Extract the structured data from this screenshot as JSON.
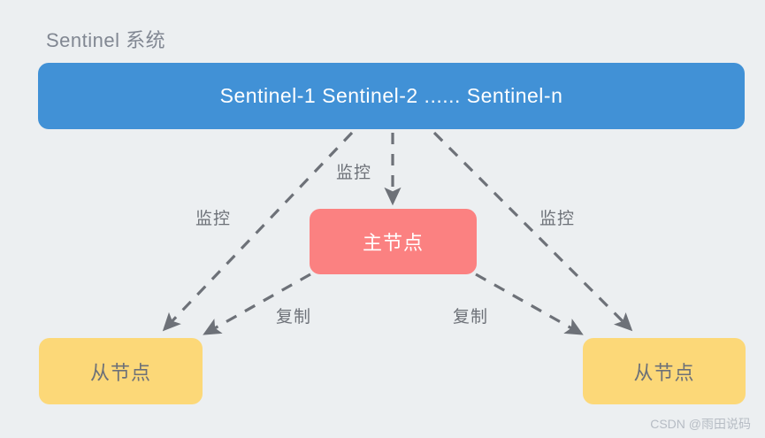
{
  "diagram": {
    "title": "Sentinel 系统",
    "background_color": "#eceff1",
    "nodes": {
      "sentinel_bar": {
        "label": "Sentinel-1  Sentinel-2  ......  Sentinel-n",
        "color": "#4191d6",
        "text_color": "#ffffff"
      },
      "master": {
        "label": "主节点",
        "color": "#fb8181",
        "text_color": "#ffffff"
      },
      "replica_left": {
        "label": "从节点",
        "color": "#fcd878",
        "text_color": "#6d7178"
      },
      "replica_right": {
        "label": "从节点",
        "color": "#fcd878",
        "text_color": "#6d7178"
      }
    },
    "edges": [
      {
        "label": "监控",
        "from": "sentinel_bar",
        "to": "replica_left",
        "style": "dashed"
      },
      {
        "label": "监控",
        "from": "sentinel_bar",
        "to": "master",
        "style": "dashed"
      },
      {
        "label": "监控",
        "from": "sentinel_bar",
        "to": "replica_right",
        "style": "dashed"
      },
      {
        "label": "复制",
        "from": "master",
        "to": "replica_left",
        "style": "dashed"
      },
      {
        "label": "复制",
        "from": "master",
        "to": "replica_right",
        "style": "dashed"
      }
    ],
    "edge_color": "#6d7178",
    "watermark": "CSDN @雨田说码"
  }
}
